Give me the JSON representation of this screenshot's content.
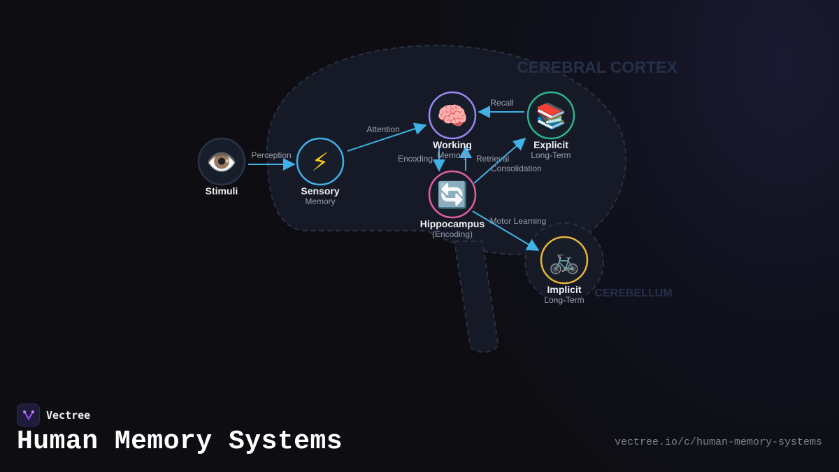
{
  "diagram": {
    "regions": {
      "cortex": "CEREBRAL CORTEX",
      "cerebellum": "CEREBELLUM"
    },
    "nodes": {
      "stimuli": {
        "title": "Stimuli",
        "icon": "eye-icon",
        "glyph": "👁️",
        "color": "#2a3348"
      },
      "sensory": {
        "title": "Sensory",
        "subtitle": "Memory",
        "icon": "lightning-icon",
        "glyph": "⚡",
        "color": "#3fb1e6"
      },
      "working": {
        "title": "Working",
        "subtitle": "Memory",
        "icon": "brain-icon",
        "glyph": "🧠",
        "color": "#9b87f5"
      },
      "explicit": {
        "title": "Explicit",
        "subtitle": "Long-Term",
        "icon": "books-icon",
        "glyph": "📚",
        "color": "#2bb58f"
      },
      "hippocampus": {
        "title": "Hippocampus",
        "subtitle": "(Encoding)",
        "icon": "cycle-arrows-icon",
        "glyph": "🔄",
        "color": "#e05fa0"
      },
      "implicit": {
        "title": "Implicit",
        "subtitle": "Long-Term",
        "icon": "bicycle-icon",
        "glyph": "🚲",
        "color": "#e9b43a"
      }
    },
    "edges": {
      "perception": "Perception",
      "attention": "Attention",
      "recall": "Recall",
      "encoding": "Encoding",
      "retrieval": "Retrieval",
      "consolidation": "Consolidation",
      "motor_learning": "Motor Learning"
    },
    "edge_color": "#3fb1e6"
  },
  "footer": {
    "brand": "Vectree",
    "title": "Human Memory Systems",
    "url": "vectree.io/c/human-memory-systems"
  }
}
